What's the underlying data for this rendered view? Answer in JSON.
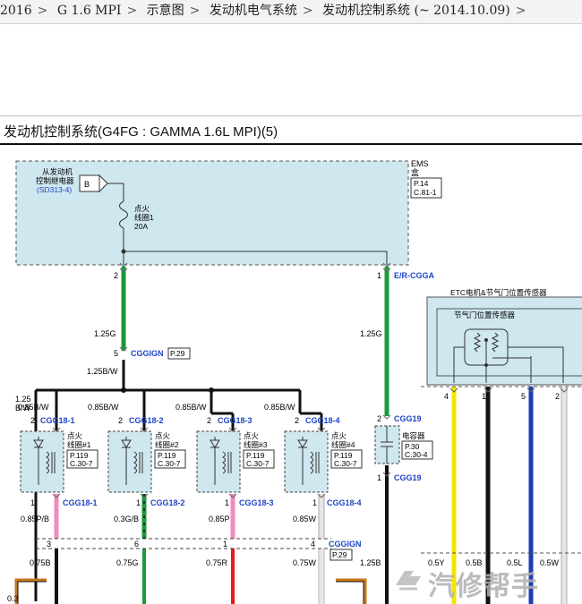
{
  "breadcrumb": {
    "items": [
      "2016",
      "G 1.6 MPI",
      "示意图",
      "发动机电气系统",
      "发动机控制系统 (~ 2014.10.09)"
    ],
    "separator": ">"
  },
  "diagram": {
    "title": "发动机控制系统(G4FG : GAMMA 1.6L MPI)(5)",
    "ems_box": {
      "label_1": "EMS",
      "label_2": "盒",
      "ref_1": "P.14",
      "ref_2": "C.81-1"
    },
    "relay": {
      "label_1": "从发动机",
      "label_2": "控制继电器",
      "ref": "(SD313-4)",
      "pin": "B"
    },
    "fuse": {
      "label_1": "点火",
      "label_2": "线圈1",
      "rating": "20A"
    },
    "ems_pin_left": "2",
    "ems_pin_right": "1",
    "ems_right_conn": "E/R-CGGA",
    "main_wire": {
      "size": "1.25G",
      "pin": "5",
      "conn": "CGGIGN",
      "ref": "P.29",
      "below": "1.25B/W"
    },
    "branch_left": {
      "size": "1.25",
      "color": "B/W"
    },
    "right_wire": {
      "size": "1.25G"
    },
    "coils": [
      {
        "wire_top": "0.85B/W",
        "pin_top": "2",
        "conn_top": "CGG18-1",
        "label_1": "点火",
        "label_2": "线圈#1",
        "ref_1": "P.119",
        "ref_2": "C.30-7",
        "pin_bot": "1",
        "conn_bot": "CGG18-1",
        "wire_bot": "0.85P/B",
        "pin_lower": "3",
        "wire_lower": "0.75B"
      },
      {
        "wire_top": "0.85B/W",
        "pin_top": "2",
        "conn_top": "CGG18-2",
        "label_1": "点火",
        "label_2": "线圈#2",
        "ref_1": "P.119",
        "ref_2": "C.30-7",
        "pin_bot": "1",
        "conn_bot": "CGG18-2",
        "wire_bot": "0.3G/B",
        "pin_lower": "6",
        "wire_lower": "0.75G"
      },
      {
        "wire_top": "0.85B/W",
        "pin_top": "2",
        "conn_top": "CGG18-3",
        "label_1": "点火",
        "label_2": "线圈#3",
        "ref_1": "P.119",
        "ref_2": "C.30-7",
        "pin_bot": "1",
        "conn_bot": "CGG18-3",
        "wire_bot": "0.85P",
        "pin_lower": "1",
        "wire_lower": "0.75R"
      },
      {
        "wire_top": "0.85B/W",
        "pin_top": "2",
        "conn_top": "CGG18-4",
        "label_1": "点火",
        "label_2": "线圈#4",
        "ref_1": "P.119",
        "ref_2": "C.30-7",
        "pin_bot": "1",
        "conn_bot": "CGG18-4",
        "wire_bot": "0.85W",
        "pin_lower": "4",
        "wire_lower": "0.75W"
      }
    ],
    "lower_conn": {
      "conn": "CGGIGN",
      "ref": "P.29"
    },
    "capacitor": {
      "pin_top": "2",
      "conn_top": "CGG19",
      "label": "电容器",
      "ref_1": "P.30",
      "ref_2": "C.30-4",
      "pin_bot": "1",
      "conn_bot": "CGG19",
      "wire_lower": "1.25B"
    },
    "etc": {
      "title": "ETC电机&节气门位置传感器",
      "subtitle": "节气门位置传感器",
      "pins": [
        "4",
        "1",
        "5",
        "2"
      ],
      "wires": [
        "0.5Y",
        "0.5B",
        "0.5L",
        "0.5W"
      ]
    },
    "left_edge_label": "0.3",
    "colors": {
      "ems_fill": "#cfe7ef",
      "green": "#1a9a3a",
      "pink": "#f08cbc",
      "red": "#e81818",
      "yellow": "#f2e600",
      "blue": "#1a3fb0",
      "conn_text": "#1f44c4"
    }
  },
  "watermark": {
    "text": "汽修帮手"
  }
}
